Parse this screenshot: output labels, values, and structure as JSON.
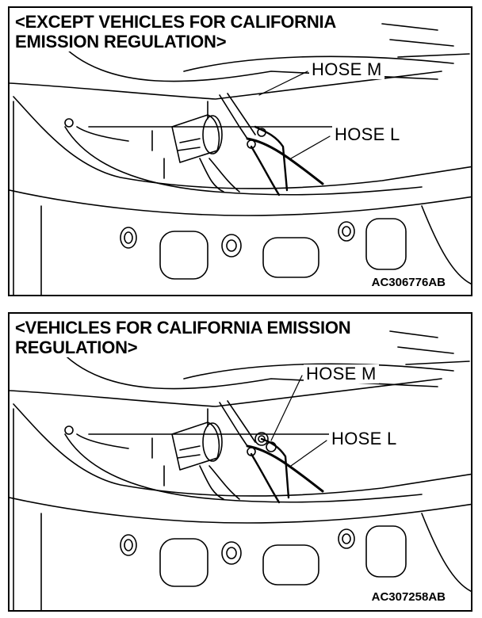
{
  "panels": [
    {
      "heading_line1": "<EXCEPT VEHICLES FOR CALIFORNIA",
      "heading_line2": "EMISSION REGULATION>",
      "callout_hose_m": "HOSE M",
      "callout_hose_l": "HOSE L",
      "figure_id": "AC306776AB"
    },
    {
      "heading_line1": "<VEHICLES FOR CALIFORNIA EMISSION",
      "heading_line2": "REGULATION>",
      "callout_hose_m": "HOSE M",
      "callout_hose_l": "HOSE L",
      "figure_id": "AC307258AB"
    }
  ]
}
